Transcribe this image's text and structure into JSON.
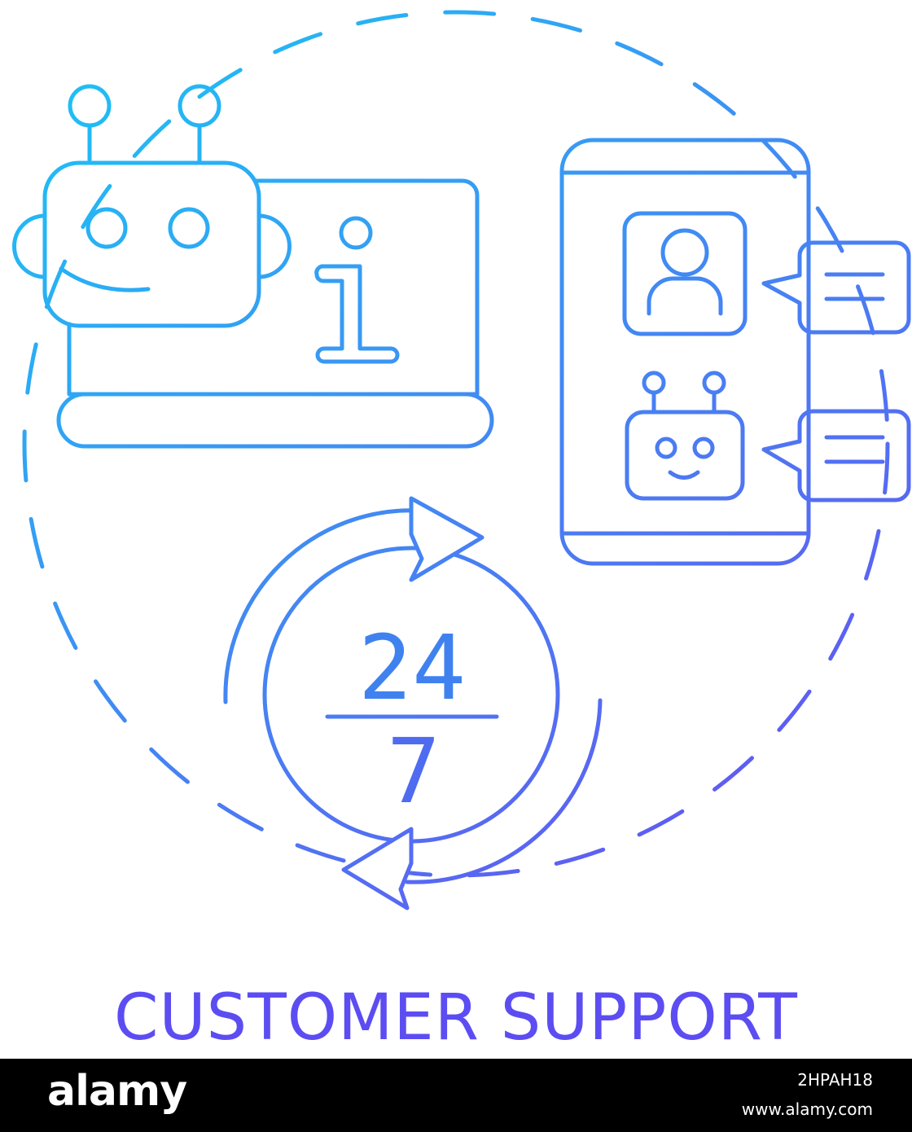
{
  "illustration": {
    "caption": "CUSTOMER SUPPORT",
    "center_badge": {
      "top": "24",
      "bottom": "7"
    },
    "info_glyph": "i",
    "icons": [
      "dashed-circle-frame",
      "chatbot-icon",
      "laptop-icon",
      "info-icon",
      "smartphone-icon",
      "user-avatar-icon",
      "mini-robot-icon",
      "chat-bubble-icon",
      "refresh-arrows-icon"
    ],
    "colors": {
      "gradient_start": "#1ec0f5",
      "gradient_end": "#6a4cf1"
    }
  },
  "footer": {
    "brand": "alamy",
    "image_id": "2HPAH18",
    "site": "www.alamy.com"
  }
}
